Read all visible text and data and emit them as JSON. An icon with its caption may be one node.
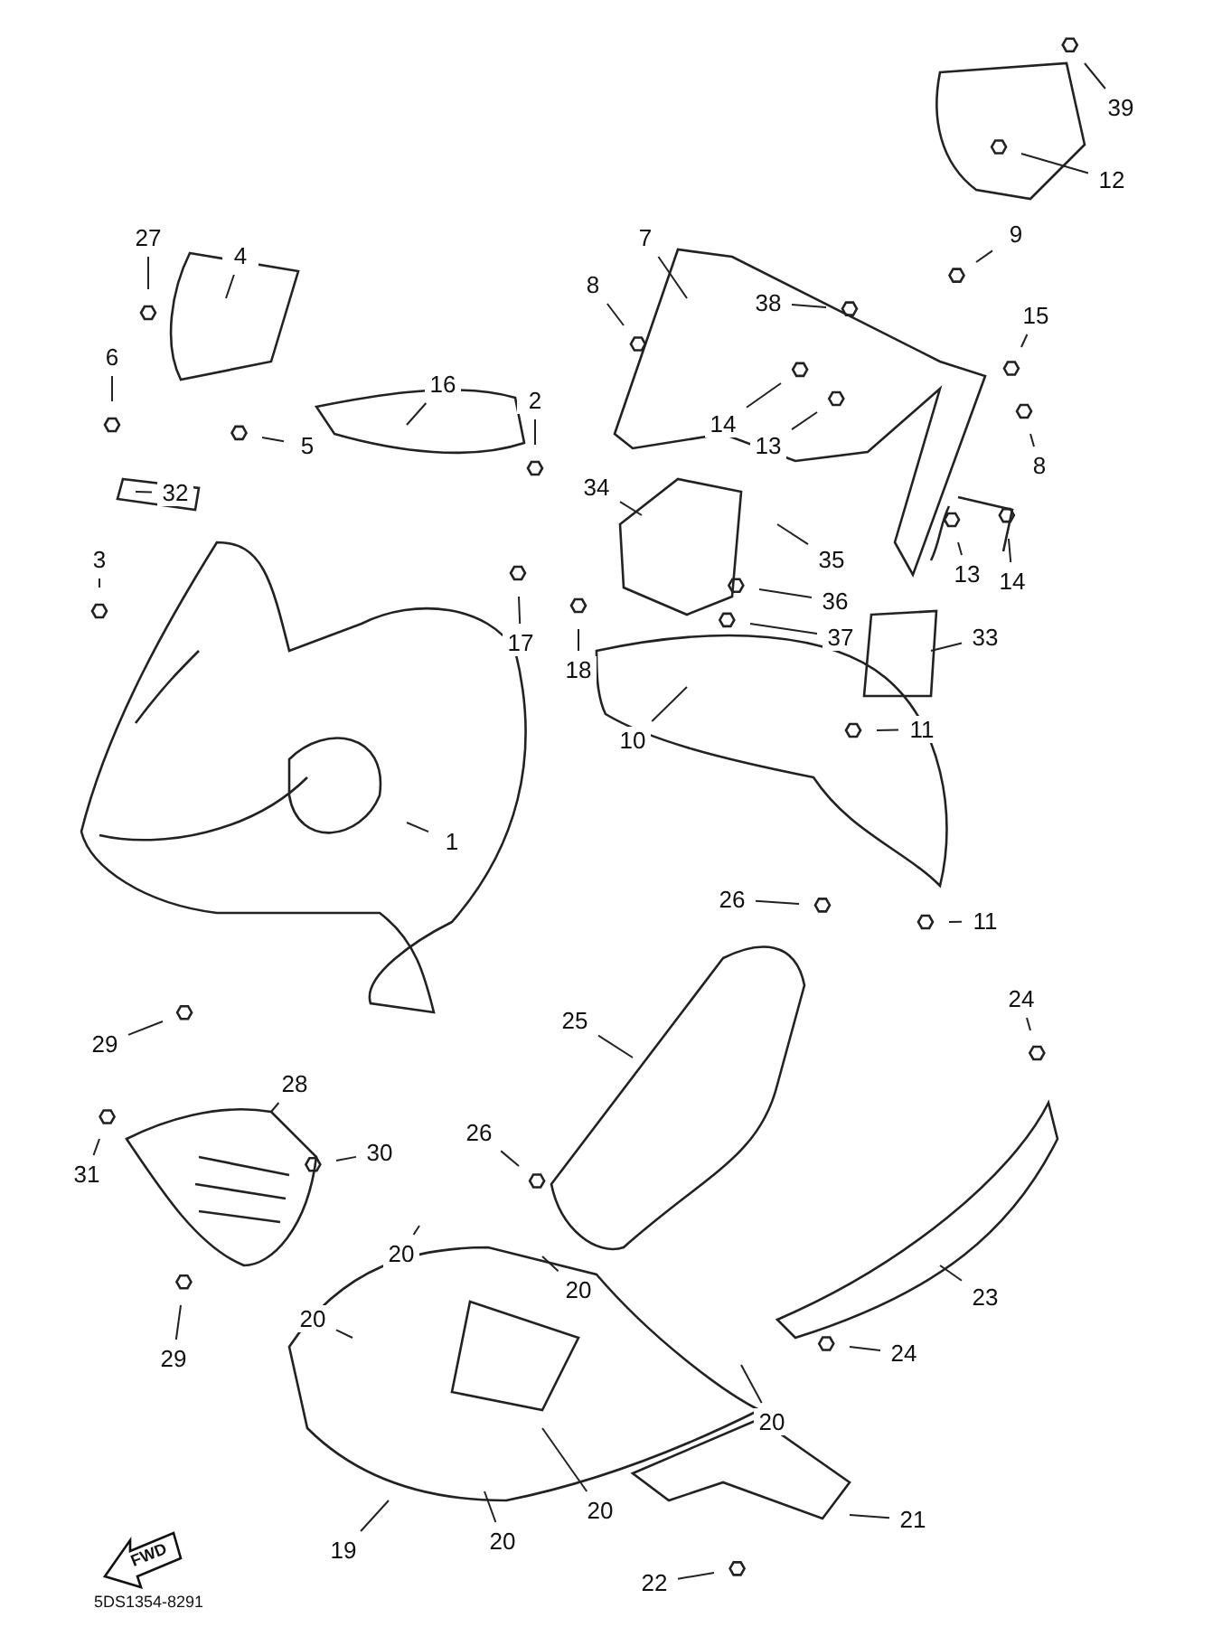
{
  "diagram": {
    "nodes": [
      {
        "text": [
          "39"
        ]
      },
      {
        "text": [
          "12"
        ]
      },
      {
        "text": [
          "27"
        ]
      },
      {
        "text": [
          "4"
        ]
      },
      {
        "text": [
          "7"
        ]
      },
      {
        "text": [
          "9"
        ]
      },
      {
        "text": [
          "8"
        ]
      },
      {
        "text": [
          "38"
        ]
      },
      {
        "text": [
          "15"
        ]
      },
      {
        "text": [
          "16"
        ]
      },
      {
        "text": [
          "6"
        ]
      },
      {
        "text": [
          "5"
        ]
      },
      {
        "text": [
          "2"
        ]
      },
      {
        "text": [
          "14"
        ]
      },
      {
        "text": [
          "13"
        ]
      },
      {
        "text": [
          "8"
        ]
      },
      {
        "text": [
          "32"
        ]
      },
      {
        "text": [
          "34"
        ]
      },
      {
        "text": [
          "35"
        ]
      },
      {
        "text": [
          "13"
        ]
      },
      {
        "text": [
          "14"
        ]
      },
      {
        "text": [
          "3"
        ]
      },
      {
        "text": [
          "36"
        ]
      },
      {
        "text": [
          "17"
        ]
      },
      {
        "text": [
          "18"
        ]
      },
      {
        "text": [
          "37"
        ]
      },
      {
        "text": [
          "33"
        ]
      },
      {
        "text": [
          "11"
        ]
      },
      {
        "text": [
          "10"
        ]
      },
      {
        "text": [
          "1"
        ]
      },
      {
        "text": [
          "11"
        ]
      },
      {
        "text": [
          "26"
        ]
      },
      {
        "text": [
          "24"
        ]
      },
      {
        "text": [
          "25"
        ]
      },
      {
        "text": [
          "29"
        ]
      },
      {
        "text": [
          "28"
        ]
      },
      {
        "text": [
          "26"
        ]
      },
      {
        "text": [
          "30"
        ]
      },
      {
        "text": [
          "31"
        ]
      },
      {
        "text": [
          "20"
        ]
      },
      {
        "text": [
          "20"
        ]
      },
      {
        "text": [
          "20"
        ]
      },
      {
        "text": [
          "29"
        ]
      },
      {
        "text": [
          "23"
        ]
      },
      {
        "text": [
          "24"
        ]
      },
      {
        "text": [
          "20"
        ]
      },
      {
        "text": [
          "20"
        ]
      },
      {
        "text": [
          "21"
        ]
      },
      {
        "text": [
          "20"
        ]
      },
      {
        "text": [
          "19"
        ]
      },
      {
        "text": [
          "22"
        ]
      }
    ],
    "edges": [
      {
        "from": 0,
        "to": null,
        "arrow": "none"
      },
      {
        "from": 1,
        "to": null,
        "arrow": "none"
      },
      {
        "from": 2,
        "to": null,
        "arrow": "none"
      },
      {
        "from": 3,
        "to": null,
        "arrow": "none"
      },
      {
        "from": 4,
        "to": null,
        "arrow": "none"
      },
      {
        "from": 5,
        "to": null,
        "arrow": "none"
      },
      {
        "from": 6,
        "to": null,
        "arrow": "none"
      },
      {
        "from": 7,
        "to": null,
        "arrow": "none"
      },
      {
        "from": 8,
        "to": null,
        "arrow": "none"
      },
      {
        "from": 9,
        "to": null,
        "arrow": "none"
      },
      {
        "from": 10,
        "to": null,
        "arrow": "none"
      },
      {
        "from": 11,
        "to": null,
        "arrow": "none"
      },
      {
        "from": 12,
        "to": null,
        "arrow": "none"
      },
      {
        "from": 13,
        "to": null,
        "arrow": "none"
      },
      {
        "from": 14,
        "to": null,
        "arrow": "none"
      },
      {
        "from": 15,
        "to": null,
        "arrow": "none"
      },
      {
        "from": 16,
        "to": null,
        "arrow": "none"
      },
      {
        "from": 17,
        "to": null,
        "arrow": "none"
      },
      {
        "from": 18,
        "to": null,
        "arrow": "none"
      },
      {
        "from": 19,
        "to": null,
        "arrow": "none"
      },
      {
        "from": 20,
        "to": null,
        "arrow": "none"
      },
      {
        "from": 21,
        "to": null,
        "arrow": "none"
      },
      {
        "from": 22,
        "to": null,
        "arrow": "none"
      },
      {
        "from": 23,
        "to": null,
        "arrow": "none"
      },
      {
        "from": 24,
        "to": null,
        "arrow": "none"
      },
      {
        "from": 25,
        "to": null,
        "arrow": "none"
      },
      {
        "from": 26,
        "to": null,
        "arrow": "none"
      },
      {
        "from": 27,
        "to": null,
        "arrow": "none"
      },
      {
        "from": 28,
        "to": null,
        "arrow": "none"
      },
      {
        "from": 29,
        "to": null,
        "arrow": "none"
      },
      {
        "from": 30,
        "to": null,
        "arrow": "none"
      },
      {
        "from": 31,
        "to": null,
        "arrow": "none"
      },
      {
        "from": 32,
        "to": null,
        "arrow": "none"
      },
      {
        "from": 33,
        "to": null,
        "arrow": "none"
      },
      {
        "from": 34,
        "to": null,
        "arrow": "none"
      },
      {
        "from": 35,
        "to": null,
        "arrow": "none"
      },
      {
        "from": 36,
        "to": null,
        "arrow": "none"
      },
      {
        "from": 37,
        "to": null,
        "arrow": "none"
      },
      {
        "from": 38,
        "to": null,
        "arrow": "none"
      },
      {
        "from": 39,
        "to": null,
        "arrow": "none"
      },
      {
        "from": 40,
        "to": null,
        "arrow": "none"
      },
      {
        "from": 41,
        "to": null,
        "arrow": "none"
      },
      {
        "from": 42,
        "to": null,
        "arrow": "none"
      },
      {
        "from": 43,
        "to": null,
        "arrow": "none"
      },
      {
        "from": 44,
        "to": null,
        "arrow": "none"
      },
      {
        "from": 45,
        "to": null,
        "arrow": "none"
      },
      {
        "from": 46,
        "to": null,
        "arrow": "none"
      },
      {
        "from": 47,
        "to": null,
        "arrow": "none"
      },
      {
        "from": 48,
        "to": null,
        "arrow": "none"
      },
      {
        "from": 49,
        "to": null,
        "arrow": "none"
      },
      {
        "from": 50,
        "to": null,
        "arrow": "none"
      }
    ],
    "labels": [
      "FWD",
      "5DS1354-8291"
    ]
  }
}
